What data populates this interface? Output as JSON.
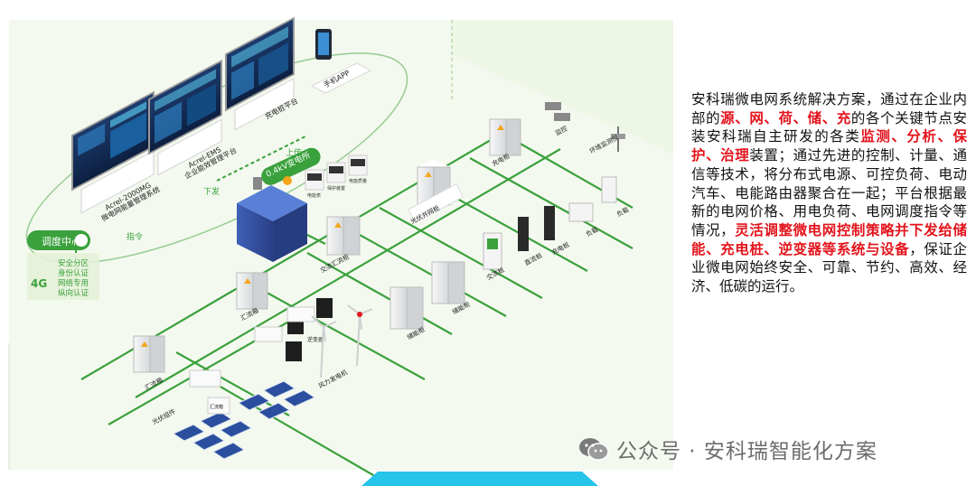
{
  "diagram": {
    "labels": {
      "dispatch_center": "调度中心",
      "dispatch_items": [
        "安全分区",
        "身份认证",
        "网络专用",
        "纵向认证"
      ],
      "net_4g": "4G",
      "platform1_name": "Acrel-2000MG",
      "platform1_desc": "微电网能量管理系统",
      "platform2_name": "Acrel-EMS",
      "platform2_desc": "企业能效管理平台",
      "platform3_desc": "充电桩平台",
      "mobile_app": "手机APP",
      "substation": "0.4kV变电所",
      "up_link": "上传",
      "down_link": "下发",
      "instruction": "指令",
      "dist_cabinet": "光伏并网柜",
      "ac_cabinet": "交流汇流柜",
      "junction1": "汇流箱",
      "junction2": "汇流箱",
      "inverter": "逆变器",
      "pv_array": "光伏组件",
      "combiner": "汇流箱",
      "wind_turbine": "风力发电机",
      "storage": "储能柜",
      "storage2": "储能柜",
      "charge_cabinet": "充电柜",
      "ac_charger": "交流桩",
      "dc_charger": "直流桩",
      "charger3": "充电桩",
      "load1": "负载",
      "load2": "负载",
      "monitor": "监控",
      "env_monitor": "环境监测仪",
      "meter_labels": [
        "电能表",
        "保护装置",
        "电能质量"
      ]
    }
  },
  "description": {
    "s1": "安科瑞微电网系统解决方案，通过在企业内部的",
    "h1": "源、网、荷、储、充",
    "s2": "的各个关键节点安装安科瑞自主研发的各类",
    "h2": "监测、分析、保护、治理",
    "s3": "装置；通过先进的控制、计量、通信等技术，将分布式电源、可控负荷、电动汽车、电能路由器聚合在一起；平台根据最新的电网价格、用电负荷、电网调度指令等情况，",
    "h3": "灵活调整微电网控制策略并下发给储能、充电桩、逆变器等系统与设备",
    "s4": "，保证企业微电网始终安全、可靠、节约、高效、经济、低碳的运行。"
  },
  "watermark": {
    "text": "公众号 · 安科瑞智能化方案",
    "icon": "wechat-icon"
  },
  "colors": {
    "green": "#3aa13c",
    "dark_green": "#2e8b3a",
    "highlight": "#e3131b",
    "cyan": "#26c4e8",
    "panel_bg": "#f3f8ec"
  }
}
